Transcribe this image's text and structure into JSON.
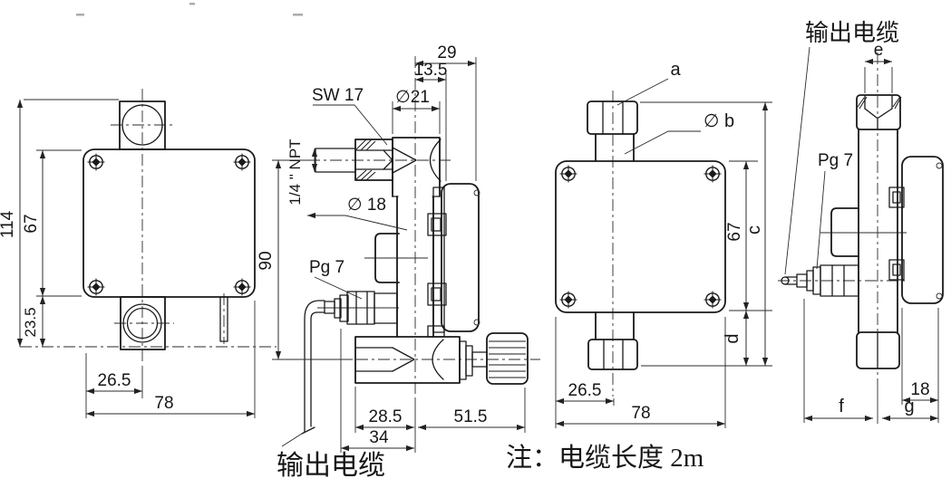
{
  "note": {
    "text": "注：电缆长度 2m"
  },
  "views": {
    "front_left": {
      "dims": {
        "total_height": "114",
        "box_height": "67",
        "bottom_offset": "23.5",
        "port_offset": "26.5",
        "box_width": "78"
      }
    },
    "side_left": {
      "labels": {
        "wrench_size": "SW 17",
        "thread_size": "1/4 \" NPT",
        "probe_dia": "∅ 18",
        "cable_gland": "Pg 7",
        "output_cable": "输出电缆"
      },
      "dims": {
        "head_width": "29",
        "head_front_offset": "13.5",
        "head_dia": "∅21",
        "body_height": "90",
        "port_length": "28.5",
        "gland_length": "34",
        "knob_length": "51.5"
      }
    },
    "front_right": {
      "labels": {
        "nut": "a",
        "stem_dia": "∅ b"
      },
      "dims": {
        "box_height": "67",
        "total_height": "c",
        "bottom_length": "d",
        "port_offset": "26.5",
        "box_width": "78"
      }
    },
    "side_right": {
      "labels": {
        "output_cable": "输出电缆",
        "cable_gland": "Pg 7"
      },
      "dims": {
        "nut_bore": "e",
        "box_depth": "18",
        "front_length": "f",
        "back_length": "g"
      }
    }
  }
}
